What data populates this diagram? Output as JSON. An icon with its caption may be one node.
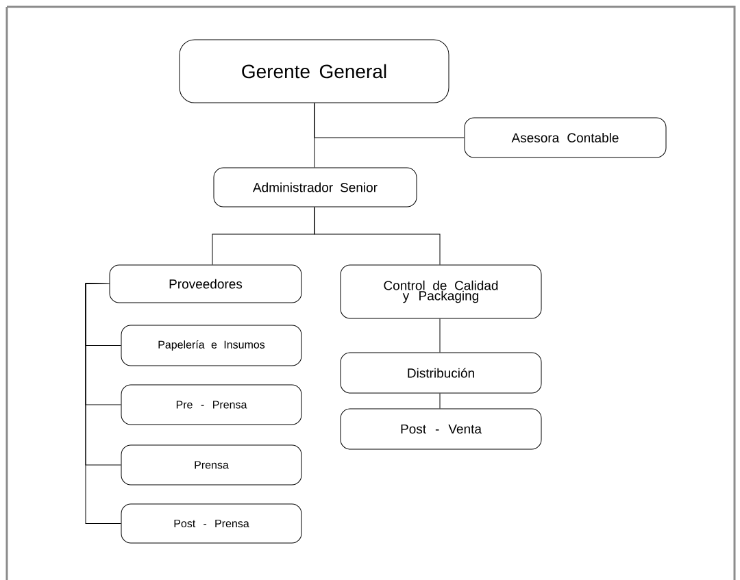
{
  "diagram": {
    "nodes": [
      {
        "text": [
          "Gerente General"
        ]
      },
      {
        "text": [
          "Asesora Contable"
        ]
      },
      {
        "text": [
          "Administrador Senior"
        ]
      },
      {
        "text": [
          "Proveedores"
        ]
      },
      {
        "text": [
          "Control de Calidad y Packaging"
        ]
      },
      {
        "text": [
          "Papelería e Insumos"
        ]
      },
      {
        "text": [
          "Pre - Prensa"
        ]
      },
      {
        "text": [
          "Prensa"
        ]
      },
      {
        "text": [
          "Post - Prensa"
        ]
      },
      {
        "text": [
          "Distribución"
        ]
      },
      {
        "text": [
          "Post - Venta"
        ]
      }
    ],
    "edges": [
      {
        "from": 0,
        "to": 1,
        "arrow": "none"
      },
      {
        "from": 0,
        "to": 2,
        "arrow": "none"
      },
      {
        "from": 2,
        "to": 3,
        "arrow": "none"
      },
      {
        "from": 2,
        "to": 4,
        "arrow": "none"
      },
      {
        "from": 3,
        "to": 5,
        "arrow": "none"
      },
      {
        "from": 3,
        "to": 6,
        "arrow": "none"
      },
      {
        "from": 3,
        "to": 7,
        "arrow": "none"
      },
      {
        "from": 3,
        "to": 8,
        "arrow": "none"
      },
      {
        "from": 4,
        "to": 9,
        "arrow": "none"
      },
      {
        "from": 9,
        "to": 10,
        "arrow": "none"
      }
    ]
  }
}
